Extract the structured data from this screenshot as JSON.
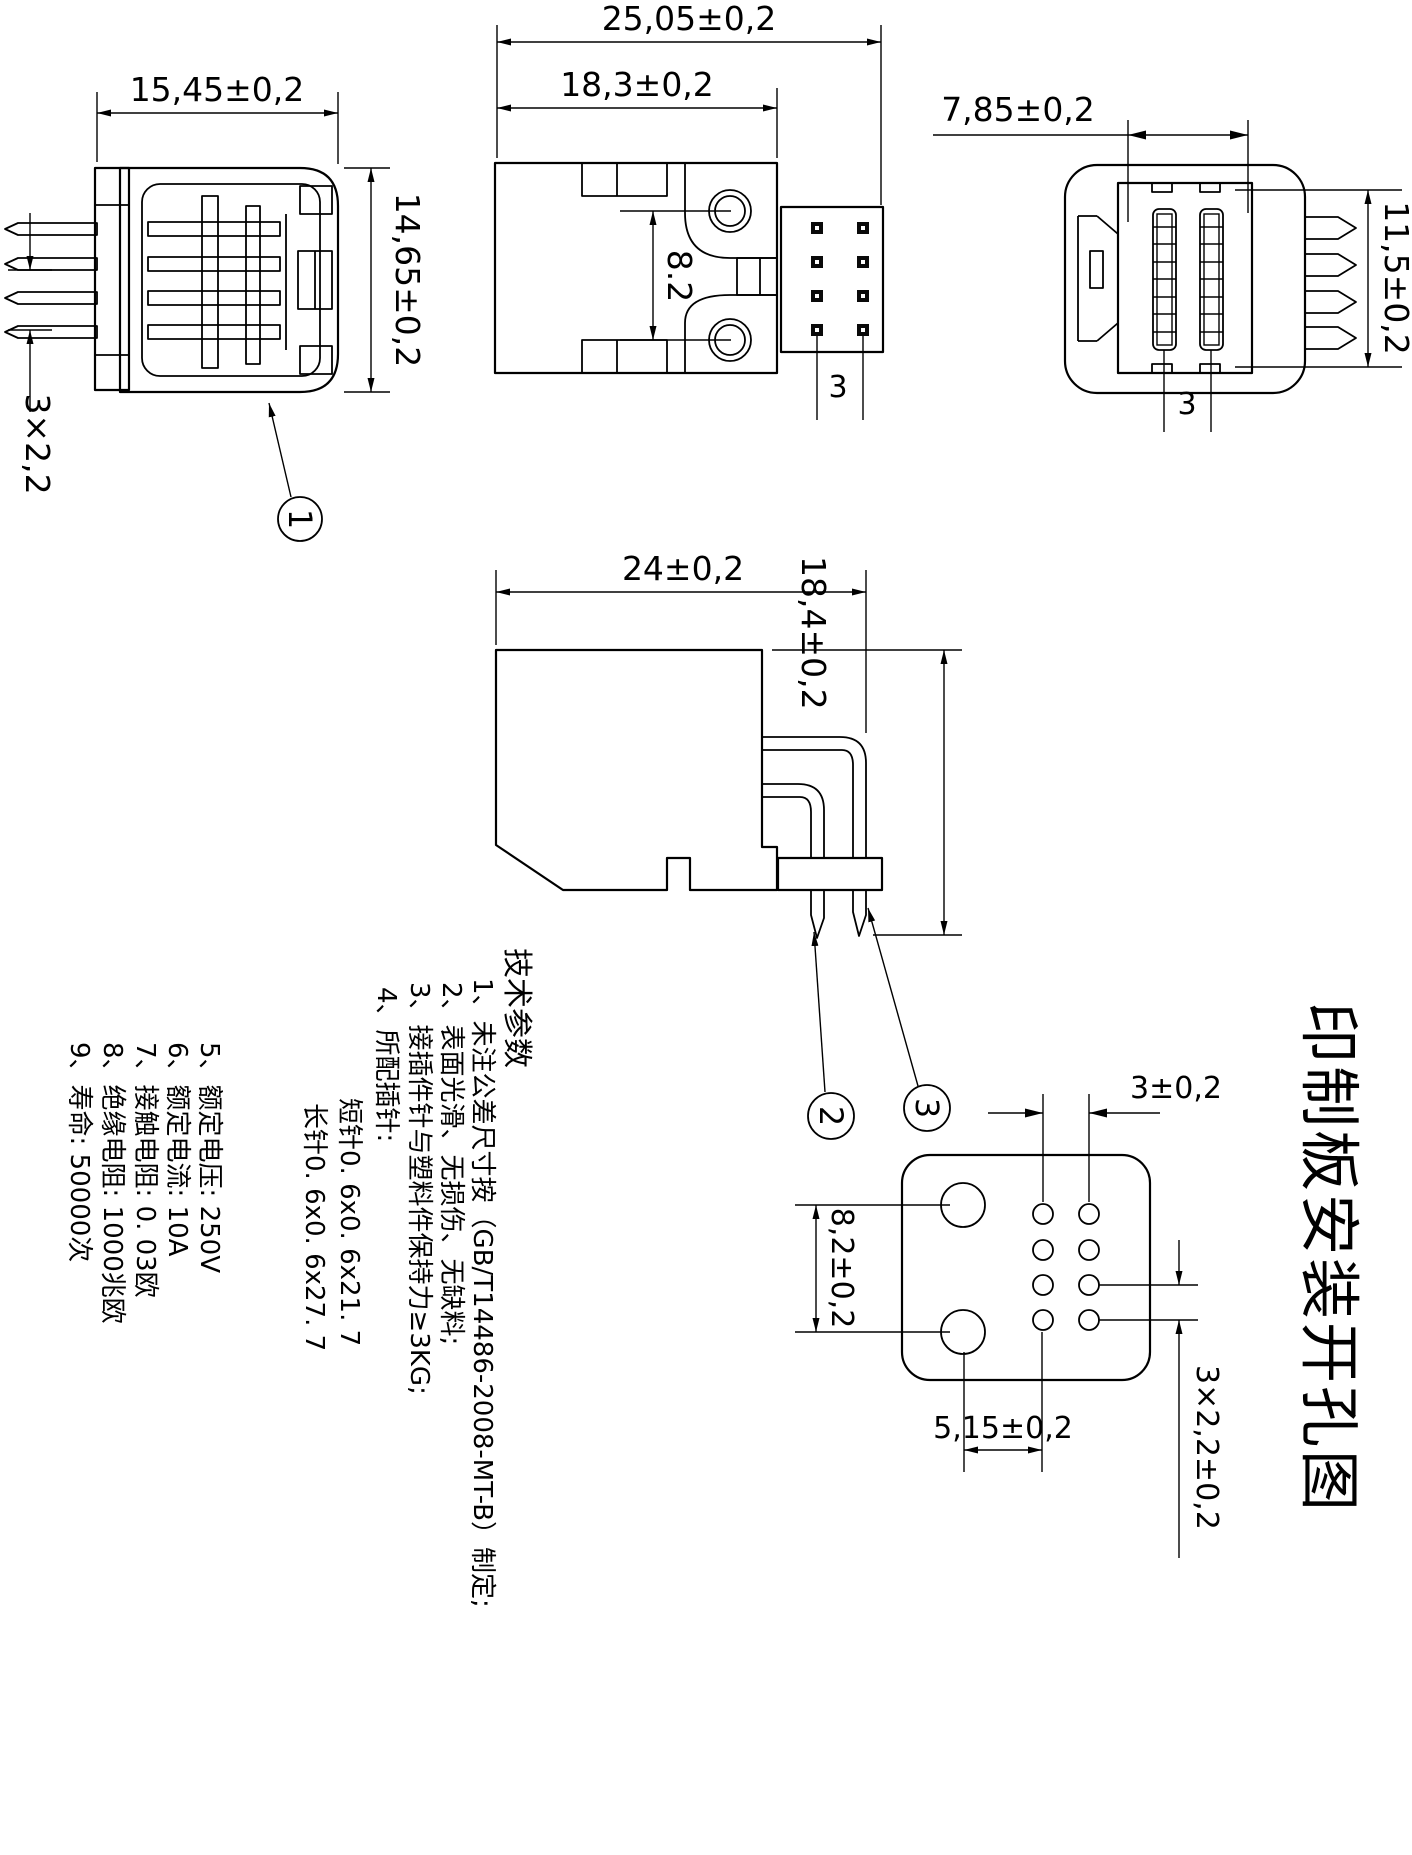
{
  "drawing": {
    "title": "印制板安装开孔图",
    "callouts": {
      "c1": "1",
      "c2": "2",
      "c3": "3"
    },
    "dims": {
      "front_width": "15,45±0,2",
      "front_height": "14,65±0,2",
      "front_pin_pitch": "3×2,2",
      "top_outer_width": "25,05±0,2",
      "top_inner_width": "18,3±0,2",
      "top_hole_spacing": "8.2",
      "top_pin_spacing": "3",
      "rear_cavity_width": "7,85±0,2",
      "rear_height": "11,5±0,2",
      "rear_contact_spacing": "3",
      "side_width": "24±0,2",
      "side_height": "18,4±0,2",
      "pcb_col_spacing": "3±0,2",
      "pcb_hole_spacing": "8,2±0,2",
      "pcb_offset": "5,15±0,2",
      "pcb_row_pitch": "3×2,2±0,2"
    },
    "notes": {
      "header": "技术参数",
      "items": [
        "1、未注公差尺寸按（GB/T14486-2008-MT-B）制定;",
        "2、表面光滑、无损伤、无缺料;",
        "3、接插件针与塑料件保持力≥3KG;",
        "4、所配插针:",
        "短针0. 6x0. 6x21. 7",
        "长针0. 6x0. 6x27. 7",
        "5、额定电压: 250V",
        "6、额定电流: 10A",
        "7、接触电阻: 0. 03欧",
        "8、绝缘电阻: 1000兆欧",
        "9、寿命: 50000次"
      ]
    }
  }
}
